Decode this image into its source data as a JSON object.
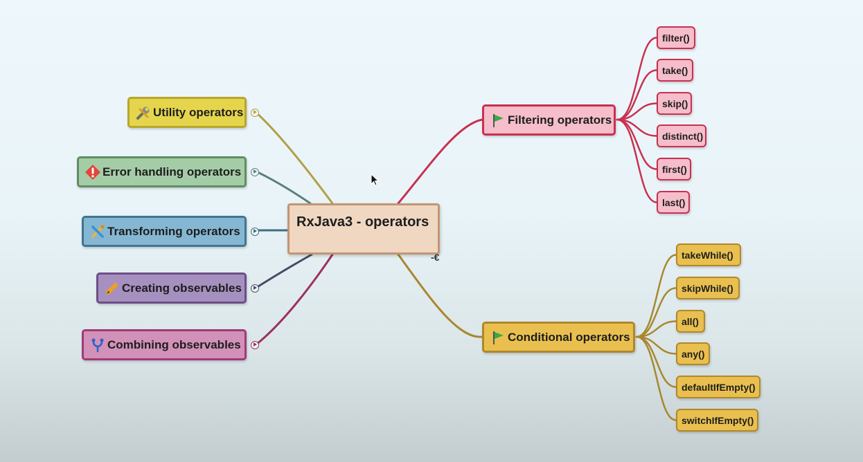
{
  "root": {
    "title": "RxJava3 - operators"
  },
  "left_branches": [
    {
      "label": "Utility operators",
      "icon": "wrench-icon",
      "fill": "#e5d54c",
      "border": "#b8a62d",
      "line": "#b0a046"
    },
    {
      "label": "Error handling operators",
      "icon": "warning-icon",
      "fill": "#a4cda7",
      "border": "#5e8e64",
      "line": "#5a7f7c"
    },
    {
      "label": "Transforming operators",
      "icon": "tools-icon",
      "fill": "#85b7d2",
      "border": "#3f7594",
      "line": "#3f6d80"
    },
    {
      "label": "Creating observables",
      "icon": "pencil-icon",
      "fill": "#a690c0",
      "border": "#6c4f86",
      "line": "#4a4a66"
    },
    {
      "label": "Combining observables",
      "icon": "merge-icon",
      "fill": "#d191b8",
      "border": "#a13a76",
      "line": "#9c3060"
    }
  ],
  "right_branches": [
    {
      "label": "Filtering operators",
      "icon": "flag-icon",
      "fill": "#f6bdca",
      "border": "#c9304f",
      "line": "#c9304f",
      "children": [
        "filter()",
        "take()",
        "skip()",
        "distinct()",
        "first()",
        "last()"
      ]
    },
    {
      "label": "Conditional operators",
      "icon": "flag-icon",
      "fill": "#e9c04f",
      "border": "#b0872b",
      "line": "#a8872d",
      "children": [
        "takeWhile()",
        "skipWhile()",
        "all()",
        "any()",
        "defaultIfEmpty()",
        "switchIfEmpty()"
      ]
    }
  ]
}
